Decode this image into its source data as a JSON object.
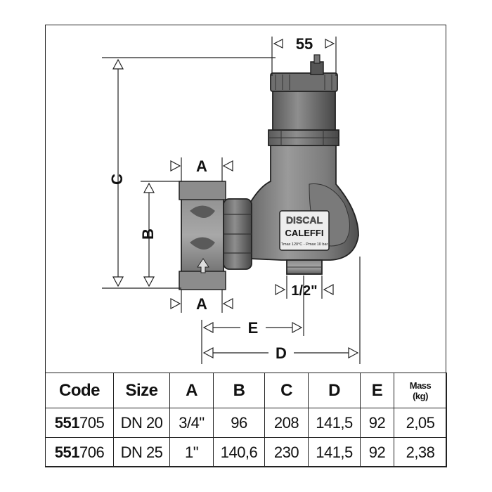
{
  "dimensions": {
    "top_width": "55",
    "height_c": "C",
    "pipe_b": "B",
    "inlet_a_top": "A",
    "inlet_a_bottom": "A",
    "drain": "1/2\"",
    "offset_e": "E",
    "depth_d": "D"
  },
  "device": {
    "brand_top": "DISCAL",
    "brand_bottom": "CALEFFI",
    "rating": "Tmax 120°C - Pmax 10 bar"
  },
  "table": {
    "headers": {
      "code": "Code",
      "size": "Size",
      "a": "A",
      "b": "B",
      "c": "C",
      "d": "D",
      "e": "E",
      "mass_line1": "Mass",
      "mass_line2": "(kg)"
    },
    "rows": [
      {
        "code_prefix": "551",
        "code_suffix": "705",
        "size": "DN 20",
        "a": "3/4\"",
        "b": "96",
        "c": "208",
        "d": "141,5",
        "e": "92",
        "mass": "2,05"
      },
      {
        "code_prefix": "551",
        "code_suffix": "706",
        "size": "DN 25",
        "a": "1\"",
        "b": "140,6",
        "c": "230",
        "d": "141,5",
        "e": "92",
        "mass": "2,38"
      }
    ]
  }
}
